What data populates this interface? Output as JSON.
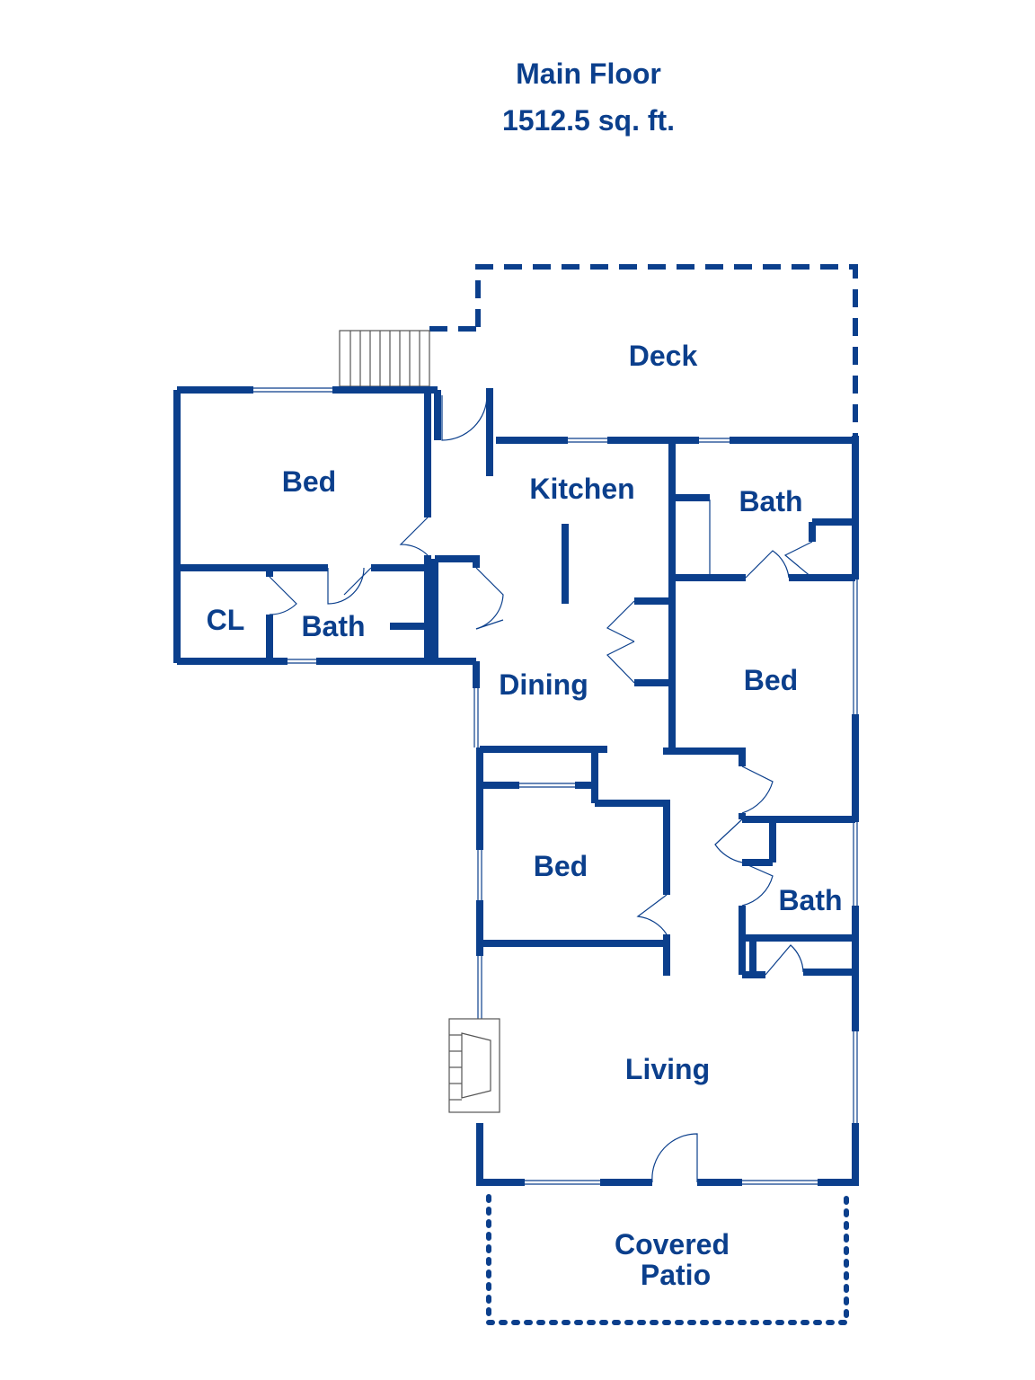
{
  "header": {
    "title": "Main Floor",
    "area": "1512.5 sq. ft."
  },
  "rooms": {
    "deck": "Deck",
    "bed_nw": "Bed",
    "kitchen": "Kitchen",
    "bath_ne": "Bath",
    "closet": "CL",
    "bath_w": "Bath",
    "dining": "Dining",
    "bed_e": "Bed",
    "bed_s": "Bed",
    "bath_se": "Bath",
    "living": "Living",
    "covered_patio_line1": "Covered",
    "covered_patio_line2": "Patio"
  },
  "colors": {
    "wall": "#0b3f8c",
    "background": "#ffffff"
  }
}
